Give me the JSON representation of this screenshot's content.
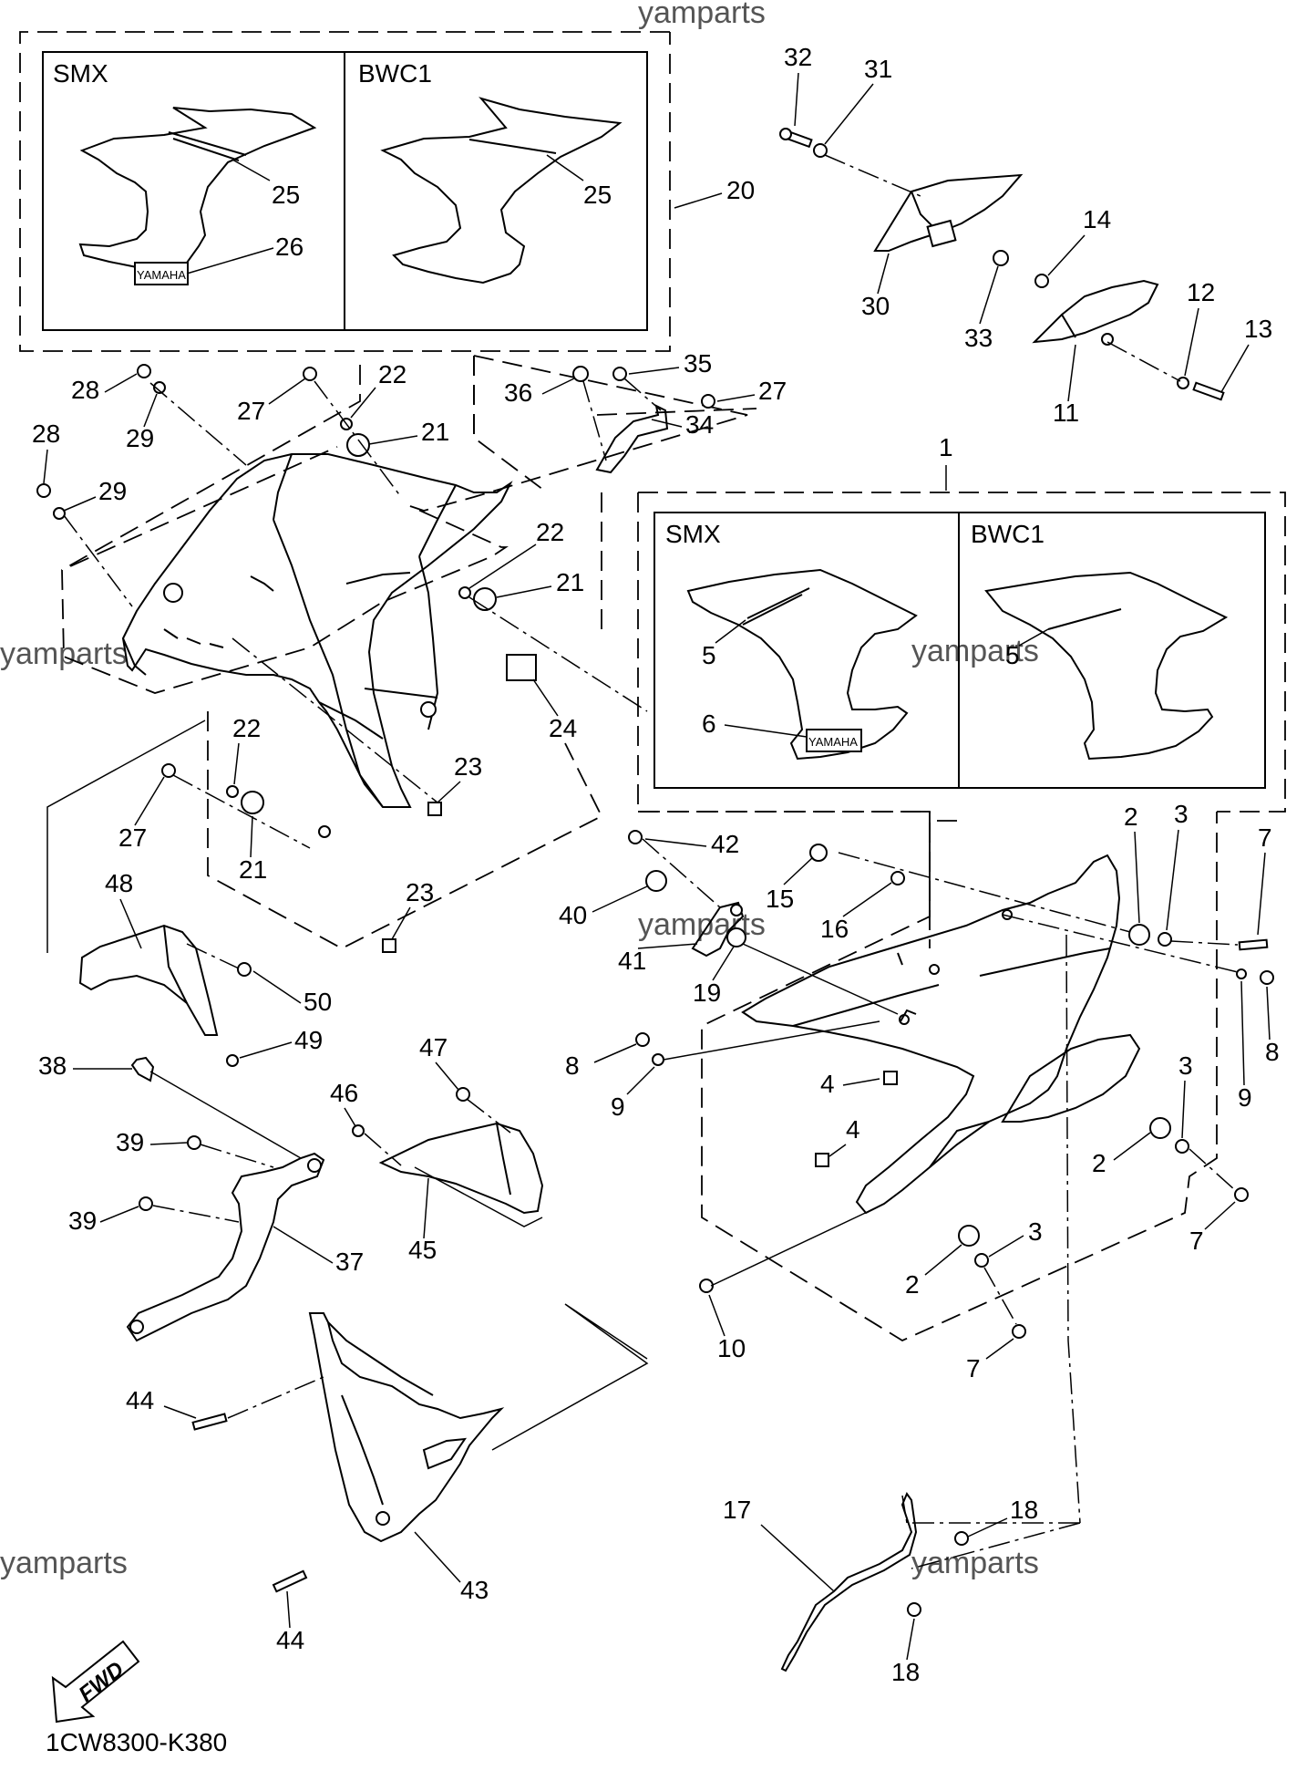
{
  "watermarks": [
    "yamparts",
    "yamparts",
    "yamparts",
    "yamparts",
    "yamparts",
    "yamparts"
  ],
  "diagram_code": "1CW8300-K380",
  "fwd_label": "FWD",
  "decal_badge": "YAMAHA",
  "variant_boxes": {
    "upper": {
      "left": "SMX",
      "right": "BWC1"
    },
    "side": {
      "left": "SMX",
      "right": "BWC1"
    }
  },
  "part_numbers": {
    "p1": "1",
    "p2a": "2",
    "p2b": "2",
    "p2c": "2",
    "p3a": "3",
    "p3b": "3",
    "p3c": "3",
    "p4a": "4",
    "p4b": "4",
    "p5a": "5",
    "p5b": "5",
    "p6": "6",
    "p7a": "7",
    "p7b": "7",
    "p7c": "7",
    "p8a": "8",
    "p8b": "8",
    "p9a": "9",
    "p9b": "9",
    "p10": "10",
    "p11": "11",
    "p12": "12",
    "p13": "13",
    "p14": "14",
    "p15": "15",
    "p16": "16",
    "p17": "17",
    "p18a": "18",
    "p18b": "18",
    "p19": "19",
    "p20": "20",
    "p21a": "21",
    "p21b": "21",
    "p21c": "21",
    "p22a": "22",
    "p22b": "22",
    "p22c": "22",
    "p23a": "23",
    "p23b": "23",
    "p24": "24",
    "p25a": "25",
    "p25b": "25",
    "p26": "26",
    "p27a": "27",
    "p27b": "27",
    "p27c": "27",
    "p28a": "28",
    "p28b": "28",
    "p29a": "29",
    "p29b": "29",
    "p30": "30",
    "p31": "31",
    "p32": "32",
    "p33": "33",
    "p34": "34",
    "p35": "35",
    "p36": "36",
    "p37": "37",
    "p38": "38",
    "p39a": "39",
    "p39b": "39",
    "p40": "40",
    "p41": "41",
    "p42": "42",
    "p43": "43",
    "p44a": "44",
    "p44b": "44",
    "p45": "45",
    "p46": "46",
    "p47": "47",
    "p48": "48",
    "p49": "49",
    "p50": "50"
  }
}
